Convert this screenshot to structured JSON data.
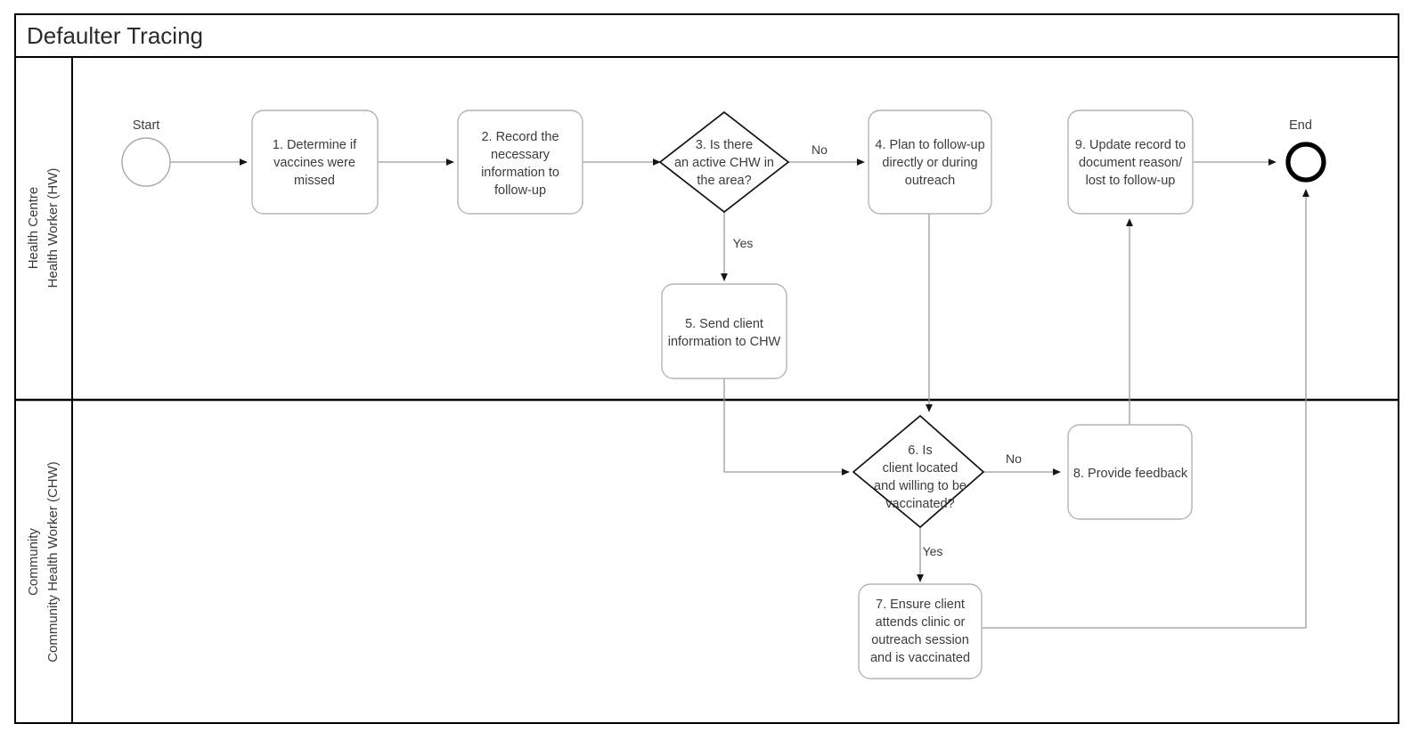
{
  "pool": {
    "title": "Defaulter Tracing"
  },
  "lanes": [
    {
      "id": "lane-health-centre",
      "label_lines": [
        "Health Centre",
        "Health Worker (HW)"
      ]
    },
    {
      "id": "lane-community",
      "label_lines": [
        "Community",
        "Community Health Worker (CHW)"
      ]
    }
  ],
  "events": [
    {
      "id": "start",
      "label": "Start",
      "type": "start-event"
    },
    {
      "id": "end",
      "label": "End",
      "type": "end-event"
    }
  ],
  "tasks": [
    {
      "id": "task-1",
      "lines": [
        "1. Determine if",
        "vaccines were",
        "missed"
      ]
    },
    {
      "id": "task-2",
      "lines": [
        "2. Record the",
        "necessary",
        "information to",
        "follow-up"
      ]
    },
    {
      "id": "task-4",
      "lines": [
        "4. Plan to follow-up",
        "directly or during",
        "outreach"
      ]
    },
    {
      "id": "task-5",
      "lines": [
        "5. Send client",
        "information to CHW"
      ]
    },
    {
      "id": "task-7",
      "lines": [
        "7. Ensure client",
        "attends clinic or",
        "outreach session",
        "and is vaccinated"
      ]
    },
    {
      "id": "task-8",
      "lines": [
        "8. Provide feedback"
      ]
    },
    {
      "id": "task-9",
      "lines": [
        "9. Update record to",
        "document reason/",
        "lost to follow-up"
      ]
    }
  ],
  "gateways": [
    {
      "id": "gateway-3",
      "lines": [
        "3. Is there",
        "an active CHW in",
        "the area?"
      ]
    },
    {
      "id": "gateway-6",
      "lines": [
        "6. Is",
        "client located",
        "and willing to be",
        "vaccinated?"
      ]
    }
  ],
  "flow_labels": {
    "gateway3_no": "No",
    "gateway3_yes": "Yes",
    "gateway6_no": "No",
    "gateway6_yes": "Yes"
  },
  "colors": {
    "frame": "#000000",
    "task_border": "#b4b4b4",
    "gateway_border": "#111111",
    "connector": "#9a9a9a",
    "text": "#3c3c3c",
    "background": "#ffffff"
  }
}
